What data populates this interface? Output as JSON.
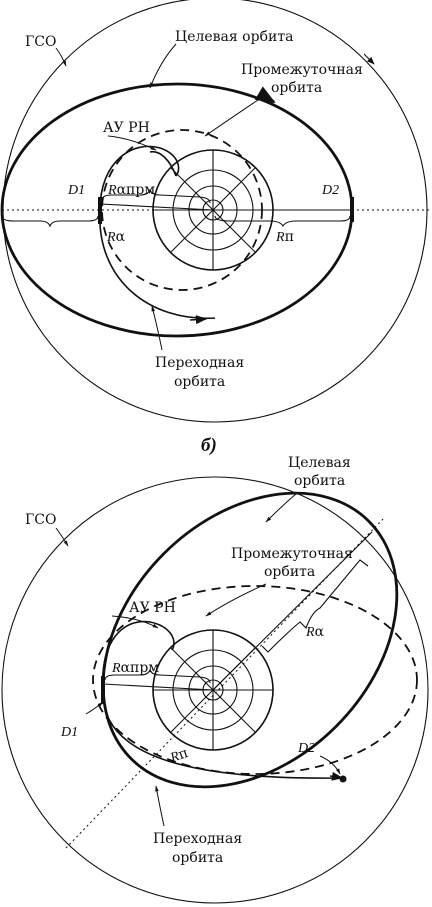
{
  "diagram_a": {
    "label_gso": "ГСО",
    "label_target_orbit": "Целевая орбита",
    "label_intermediate_line1": "Промежуточная",
    "label_intermediate_line2": "орбита",
    "label_au_rn": "АУ РН",
    "label_d1": "D1",
    "label_d2": "D2",
    "label_r_alpha_prm_R": "R",
    "label_r_alpha_prm_rest": "αпрм",
    "label_r_alpha_R": "R",
    "label_r_alpha_rest": "α",
    "label_r_pi_R": "R",
    "label_r_pi_rest": "π",
    "label_transfer_line1": "Переходная",
    "label_transfer_line2": "орбита"
  },
  "subfigure_label": "б)",
  "diagram_b": {
    "label_gso": "ГСО",
    "label_target_line1": "Целевая",
    "label_target_line2": "орбита",
    "label_intermediate_line1": "Промежуточная",
    "label_intermediate_line2": "орбита",
    "label_au_rn": "АУ РН",
    "label_d1": "D1",
    "label_d2": "D2",
    "label_r_alpha_prm_R": "R",
    "label_r_alpha_prm_rest": "αпрм",
    "label_r_alpha_R": "R",
    "label_r_alpha_rest": "α",
    "label_r_pi_R": "R",
    "label_r_pi_rest": "π",
    "label_transfer_line1": "Переходная",
    "label_transfer_line2": "орбита"
  }
}
